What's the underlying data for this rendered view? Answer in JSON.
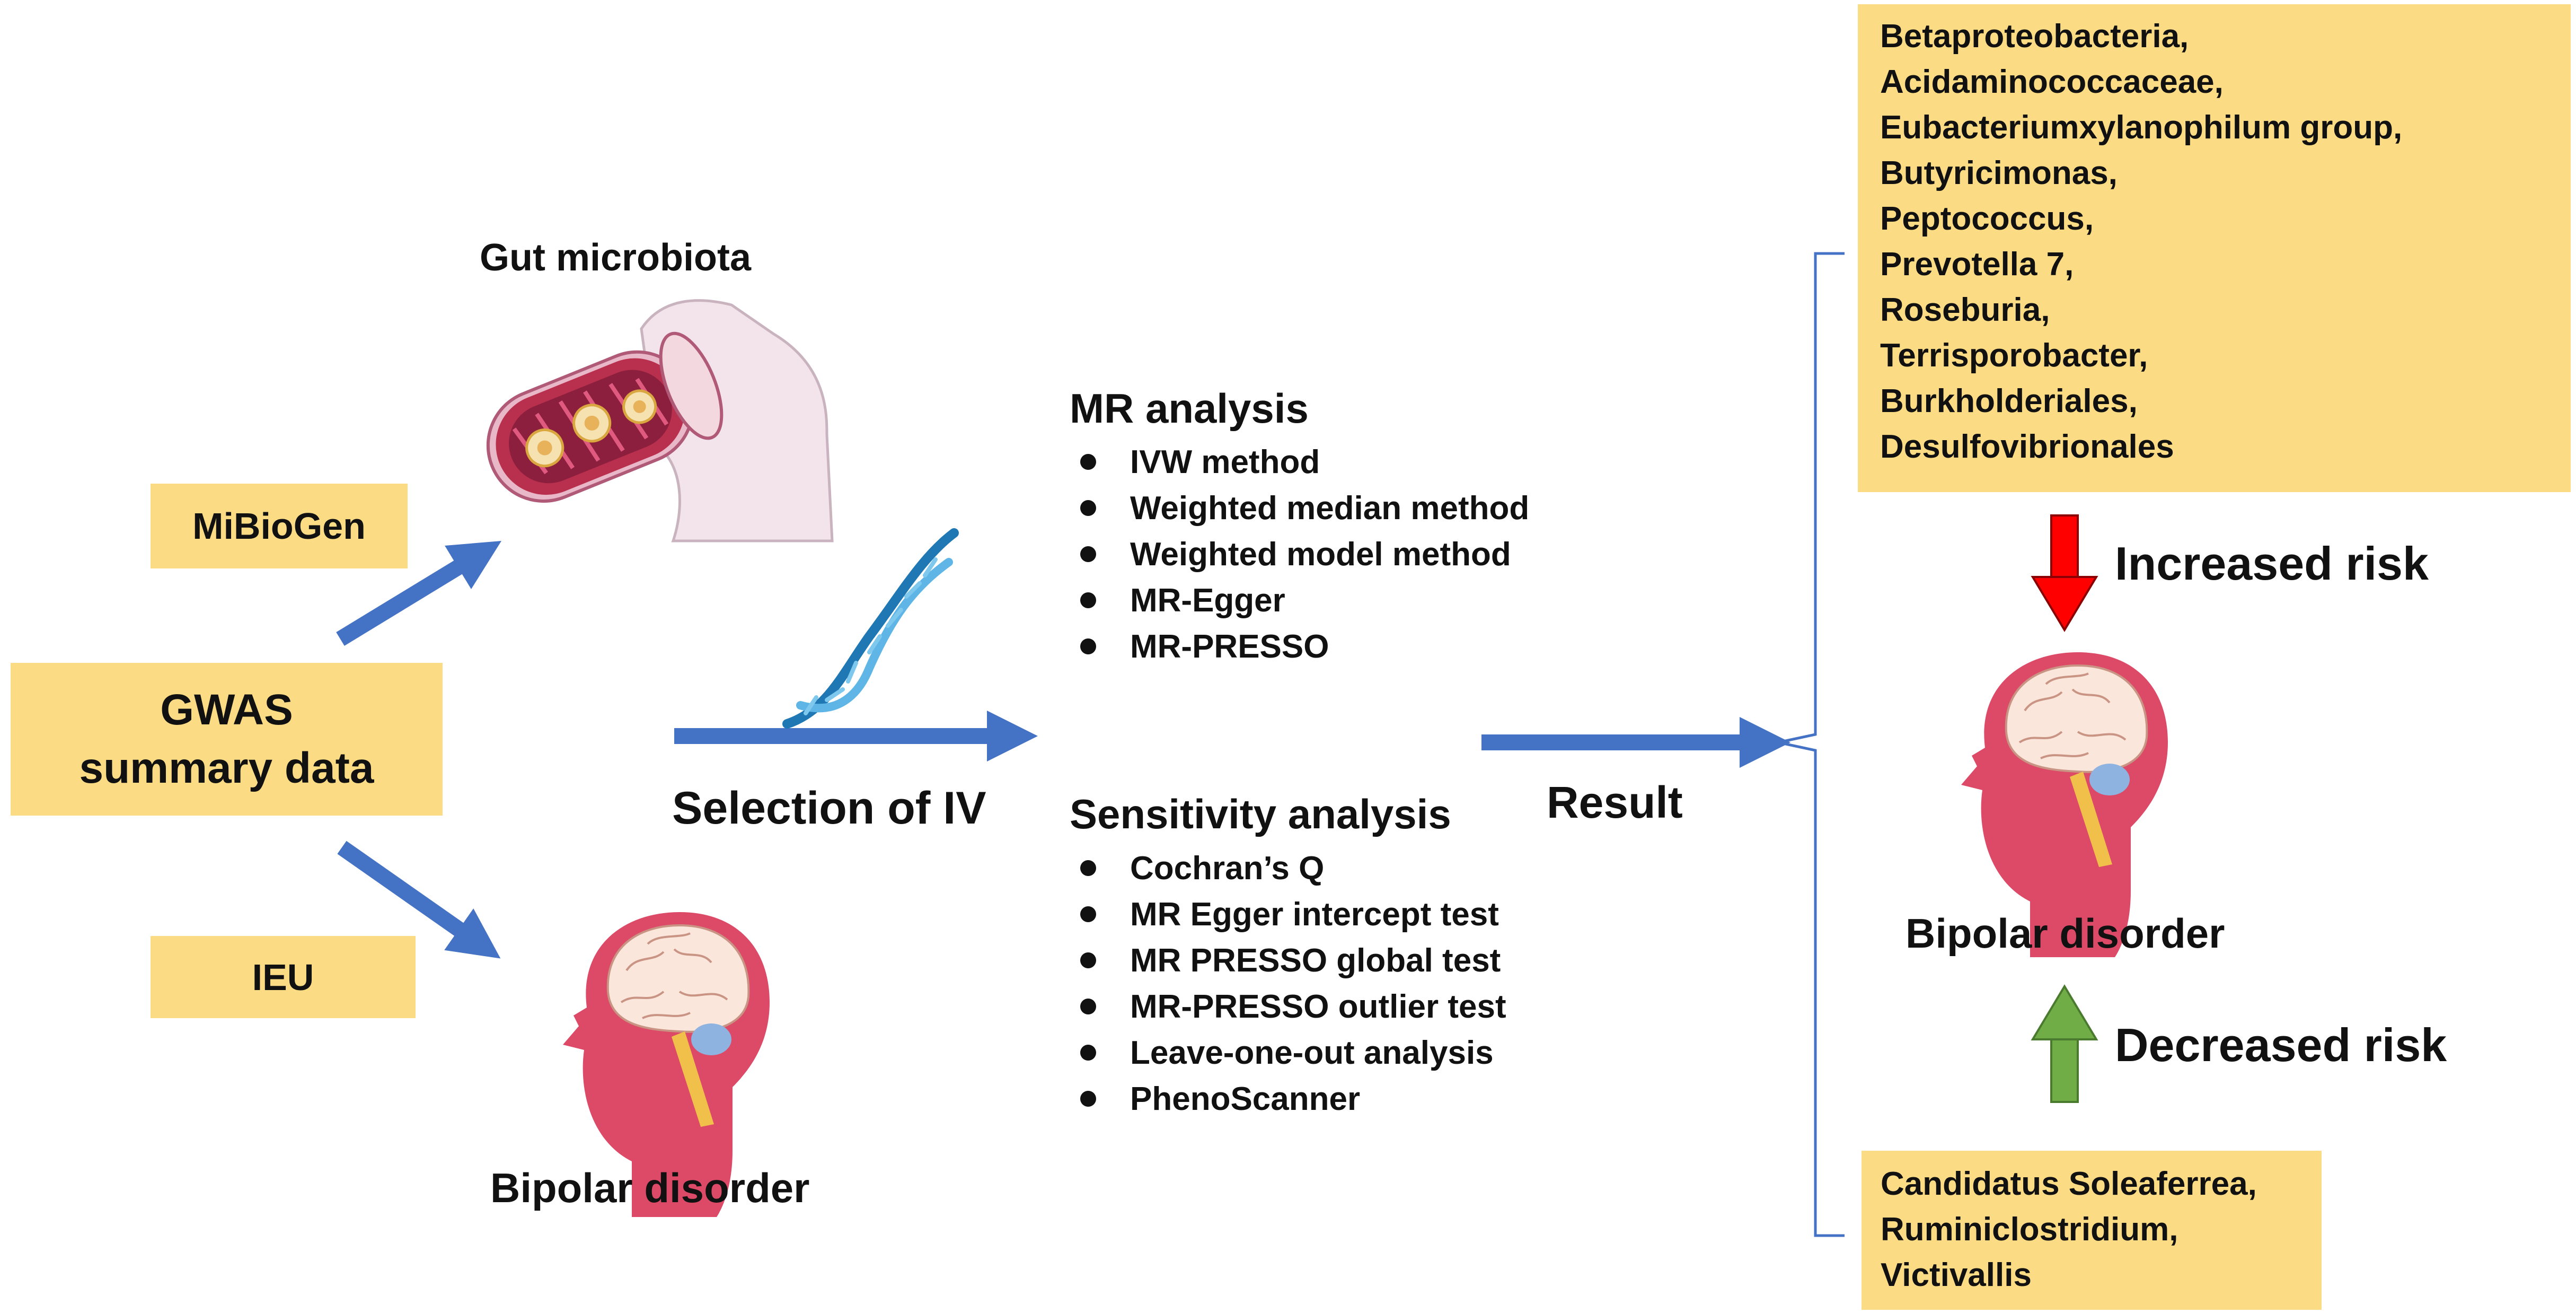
{
  "sources": {
    "mibiogen": "MiBioGen",
    "gwas_line1": "GWAS",
    "gwas_line2": "summary data",
    "ieu": "IEU"
  },
  "exposure_label": "Gut microbiota",
  "outcome_label": "Bipolar disorder",
  "selection_label": "Selection of IV",
  "mr_analysis": {
    "title": "MR analysis",
    "methods": [
      "IVW method",
      "Weighted median method",
      "Weighted model method",
      "MR-Egger",
      "MR-PRESSO"
    ]
  },
  "sensitivity_analysis": {
    "title": "Sensitivity analysis",
    "methods": [
      "Cochran’s Q",
      "MR Egger intercept test",
      "MR PRESSO global test",
      "MR-PRESSO outlier test",
      "Leave-one-out analysis",
      "PhenoScanner"
    ]
  },
  "result_label": "Result",
  "increased_risk": {
    "label": "Increased risk",
    "taxa": [
      "Betaproteobacteria,",
      "Acidaminococcaceae,",
      "Eubacteriumxylanophilum group,",
      "Butyricimonas,",
      "Peptococcus,",
      "Prevotella 7,",
      "Roseburia,",
      "Terrisporobacter,",
      "Burkholderiales,",
      "Desulfovibrionales"
    ]
  },
  "decreased_risk": {
    "label": "Decreased risk",
    "taxa": [
      "Candidatus Soleaferrea,",
      "Ruminiclostridium,",
      "Victivallis"
    ]
  },
  "result_outcome_label": "Bipolar disorder",
  "colors": {
    "box_fill": "#fbdc85",
    "arrow_blue": "#4472c4",
    "increase_arrow": "#ff0000",
    "decrease_arrow": "#70ad47",
    "head": "#dd4a68"
  }
}
